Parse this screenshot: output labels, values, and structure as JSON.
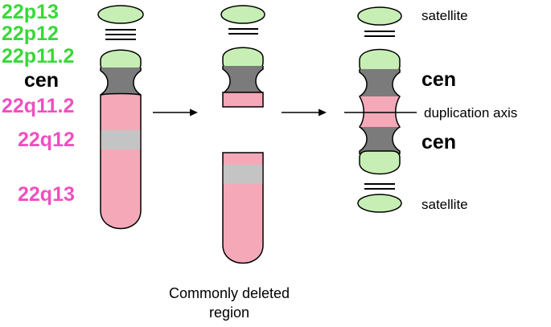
{
  "band_labels": {
    "p13": "22p13",
    "p12": "22p12",
    "p11_2": "22p11.2",
    "cen": "cen",
    "q11_2": "22q11.2",
    "q12": "22q12",
    "q13": "22q13"
  },
  "derivative_labels": {
    "satellite_top": "satellite",
    "cen_top": "cen",
    "duplication_axis": "duplication axis",
    "cen_bottom": "cen",
    "satellite_bottom": "satellite"
  },
  "caption": {
    "line1": "Commonly deleted",
    "line2": "region"
  },
  "colors": {
    "p_arm": "#c7efb5",
    "centromere": "#7b7b7b",
    "q_arm": "#f5a9b8",
    "q12_band": "#c4c4c4",
    "p_label": "#39d83a",
    "q_label": "#f04fc0"
  }
}
